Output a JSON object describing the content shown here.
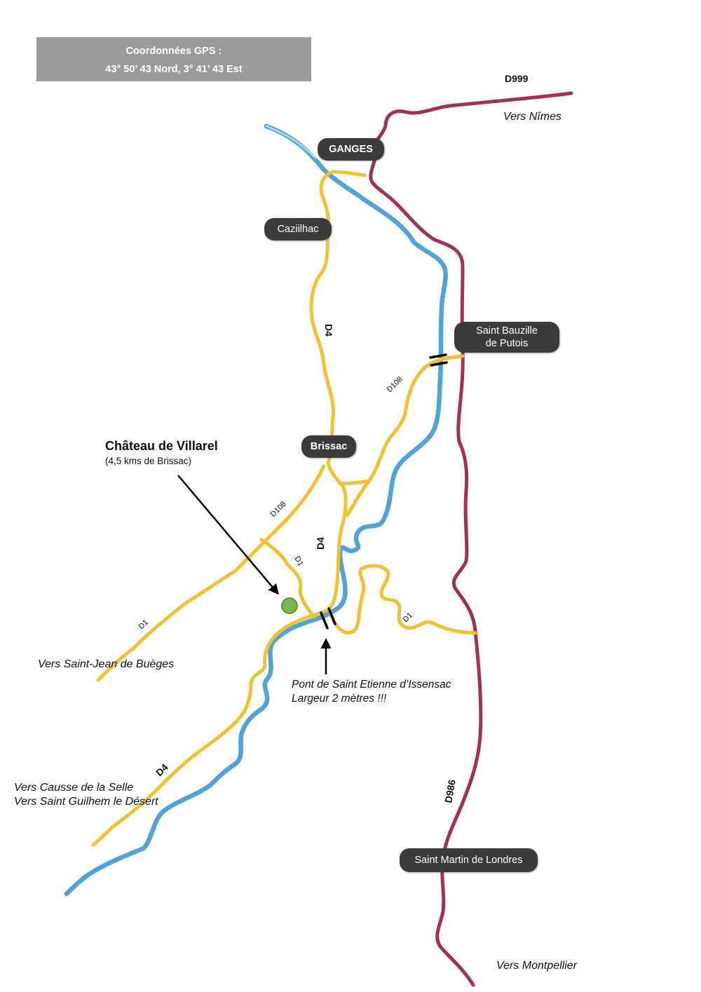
{
  "gps": {
    "line1": "Coordonnées GPS :",
    "line2": "43° 50’ 43 Nord, 3° 41’ 43  Est"
  },
  "towns": {
    "ganges": "GANGES",
    "cazilhac": "Caziilhac",
    "saint_bauzille_line1": "Saint Bauzille",
    "saint_bauzille_line2": "de Putois",
    "brissac": "Brissac",
    "saint_martin": "Saint Martin de Londres"
  },
  "roads": {
    "d999": "D999",
    "d4_north": "D4",
    "d4_middle": "D4",
    "d4_south": "D4",
    "d108_east": "D108",
    "d108_west": "D108",
    "d1_west": "D1",
    "d1_middle": "D1",
    "d1_east": "D1",
    "d986": "D986"
  },
  "directions": {
    "nimes": "Vers Nîmes",
    "saint_jean": "Vers Saint-Jean de Buèges",
    "causse_line1": "Vers Causse de la Selle",
    "causse_line2": "Vers Saint Guilhem le Désert",
    "montpellier": "Vers Montpellier"
  },
  "chateau": {
    "title": "Château de  Villarel",
    "subtitle": "(4,5 kms de Brissac)"
  },
  "bridge": {
    "line1": "Pont de Saint Etienne d’Issensac",
    "line2": "Largeur 2 mètres !!!"
  },
  "colors": {
    "river": "#4fa3d8",
    "minor_road": "#f0c132",
    "major_road": "#a0305a",
    "castle_marker": "#7ab648",
    "town_label_bg": "#3b3b3b",
    "gps_box_bg": "#9a9a9a"
  },
  "icons": {
    "castle_marker": "green-circle",
    "pointer": "arrow"
  }
}
